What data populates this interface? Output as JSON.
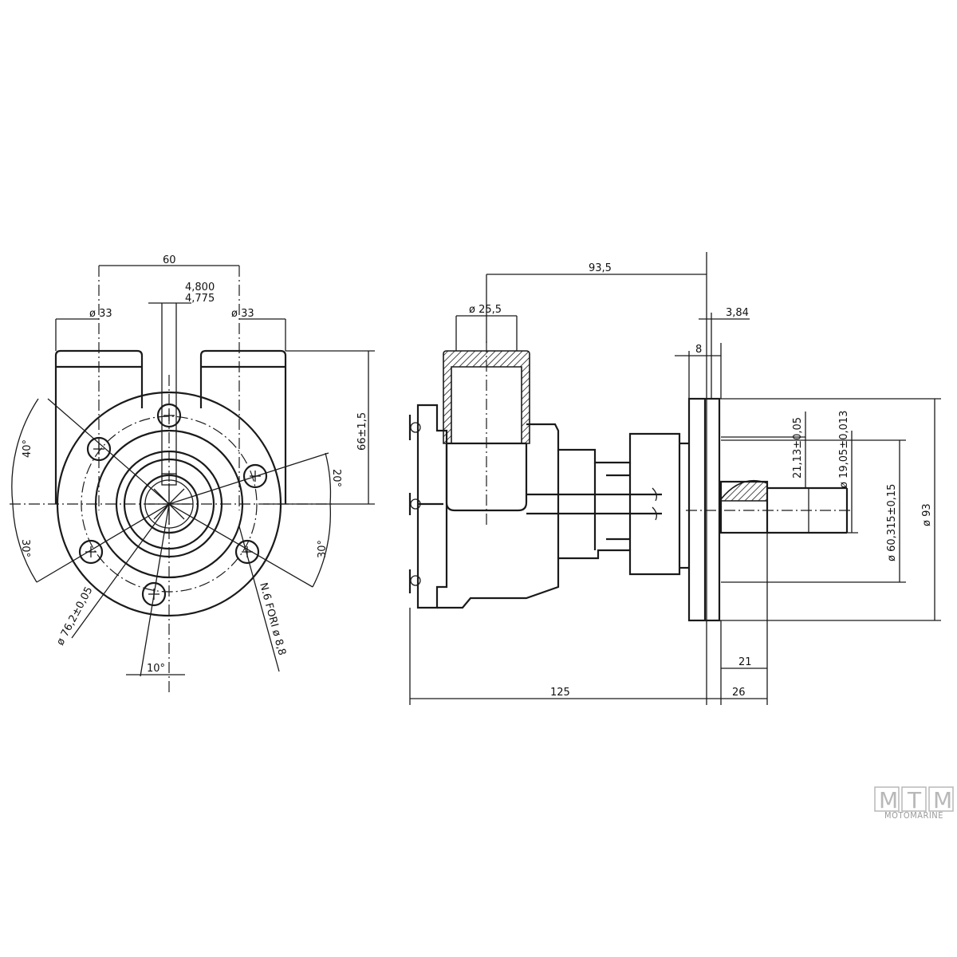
{
  "front_view": {
    "dim_width": "60",
    "dim_keyway_max": "4,800",
    "dim_keyway_min": "4,775",
    "dim_port_left": "ø 33",
    "dim_port_right": "ø 33",
    "dim_height": "66±1,5",
    "angle_top_left": "40°",
    "angle_right_top": "20°",
    "angle_left_bottom": "30°",
    "angle_right_bottom": "30°",
    "angle_bottom": "10°",
    "dim_bolt_circle": "ø 76,2±0,05",
    "dim_holes": "N.6 FORI ø 8,8"
  },
  "side_view": {
    "dim_top_length": "93,5",
    "dim_inlet_dia": "ø 25,5",
    "dim_flange_gap": "3,84",
    "dim_flange_thk": "8",
    "dim_shaft_flat": "21,13±0,05",
    "dim_shaft_dia": "ø 19,05±0,013",
    "dim_pilot_dia": "ø 60,315±0,15",
    "dim_flange_dia": "ø 93",
    "dim_shaft_len": "21",
    "dim_total_len": "125",
    "dim_shaft_total": "26"
  },
  "logo": {
    "letters": [
      "M",
      "T",
      "M"
    ],
    "subtitle": "MOTOMARINE"
  }
}
